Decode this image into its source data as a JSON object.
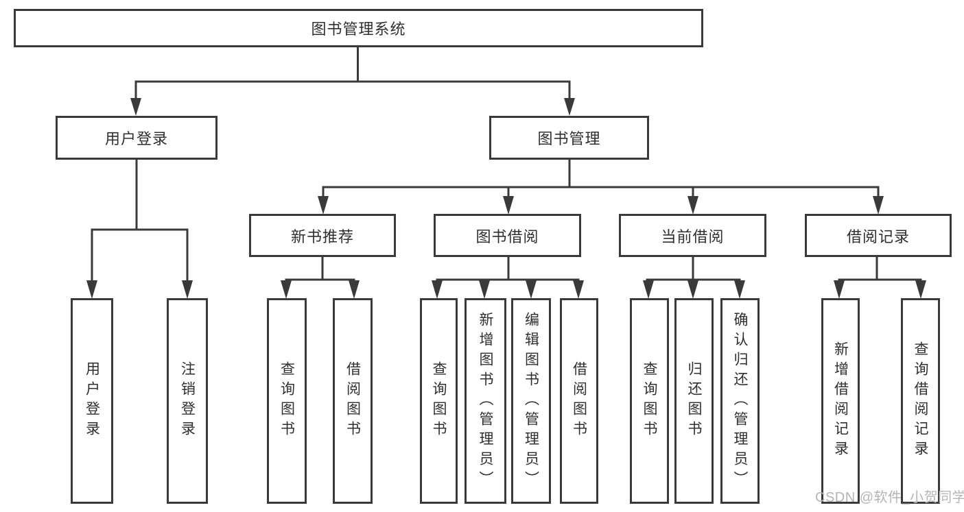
{
  "colors": {
    "line": "#3a3a3a",
    "text": "#2f2f2f",
    "background": "#ffffff",
    "watermark": "#b5b5b5"
  },
  "tree": {
    "root": {
      "label": "图书管理系统"
    },
    "branches": [
      {
        "label": "用户登录",
        "children": [
          {
            "label": "用户登录"
          },
          {
            "label": "注销登录"
          }
        ]
      },
      {
        "label": "图书管理",
        "children": [
          {
            "label": "新书推荐",
            "children": [
              {
                "label": "查询图书"
              },
              {
                "label": "借阅图书"
              }
            ]
          },
          {
            "label": "图书借阅",
            "children": [
              {
                "label": "查询图书"
              },
              {
                "label": "新增图书（管理员）"
              },
              {
                "label": "编辑图书（管理员）"
              },
              {
                "label": "借阅图书"
              }
            ]
          },
          {
            "label": "当前借阅",
            "children": [
              {
                "label": "查询图书"
              },
              {
                "label": "归还图书"
              },
              {
                "label": "确认归还（管理员）"
              }
            ]
          },
          {
            "label": "借阅记录",
            "children": [
              {
                "label": "新增借阅记录"
              },
              {
                "label": "查询借阅记录"
              }
            ]
          }
        ]
      }
    ]
  },
  "watermark": {
    "text": "CSDN @软件_小贺同学"
  }
}
